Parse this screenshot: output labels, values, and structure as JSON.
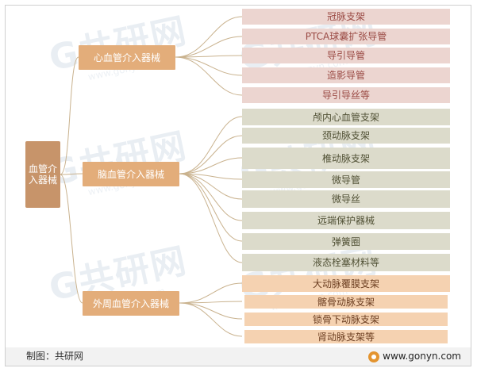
{
  "watermark": {
    "text": "G共研网",
    "sub": "www.gonyn.com"
  },
  "diagram": {
    "root": "血管介入器械",
    "categories": [
      {
        "label": "心血管介入器械",
        "items": [
          "冠脉支架",
          "PTCA球囊扩张导管",
          "导引导管",
          "造影导管",
          "导引导丝等"
        ]
      },
      {
        "label": "脑血管介入器械",
        "items": [
          "颅内心血管支架",
          "颈动脉支架",
          "椎动脉支架",
          "微导管",
          "微导丝",
          "远端保护器械",
          "弹簧圈",
          "液态栓塞材料等"
        ]
      },
      {
        "label": "外周血管介入器械",
        "items": [
          "大动脉覆膜支架",
          "髂骨动脉支架",
          "锁骨下动脉支架",
          "肾动脉支架等"
        ]
      }
    ]
  },
  "footer": {
    "source": "制图：共研网",
    "site": "www.gonyn.com"
  }
}
